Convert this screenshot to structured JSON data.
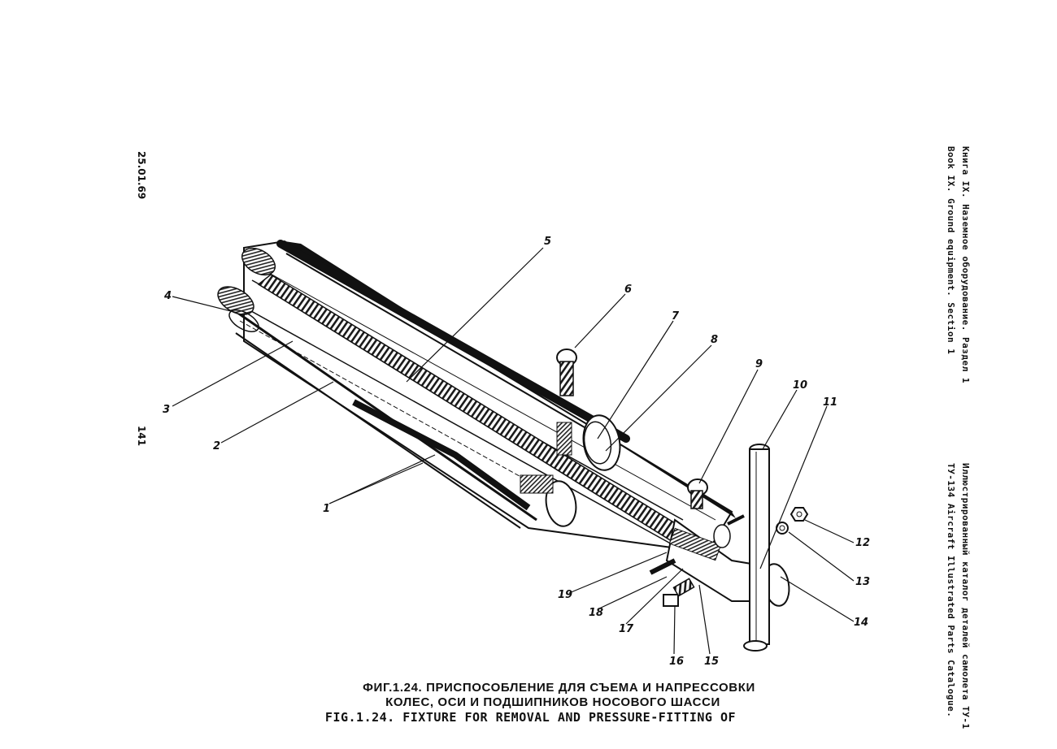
{
  "page": {
    "doc_date": "25.01.69",
    "page_number": "141"
  },
  "header": {
    "book_ru": "Книга IX. Наземное оборудование. Раздел 1",
    "book_en": "Book IX. Ground equipment. Section 1",
    "catalogue_ru": "Иллюстрированный каталог деталей самолета ТУ-1",
    "catalogue_en": "ТУ-134 Aircraft Illustrated Parts Catalogue."
  },
  "figure": {
    "caption_ru_line1": "ФИГ.1.24. ПРИСПОСОБЛЕНИЕ ДЛЯ СЪЕМА И НАПРЕССОВКИ",
    "caption_ru_line2": "КОЛЕС, ОСИ И ПОДШИПНИКОВ НОСОВОГО ШАССИ",
    "caption_en_line1": "FIG.1.24. FIXTURE FOR REMOVAL AND PRESSURE-FITTING OF",
    "callouts": [
      {
        "id": "1",
        "text": "1"
      },
      {
        "id": "2",
        "text": "2"
      },
      {
        "id": "3",
        "text": "3"
      },
      {
        "id": "4",
        "text": "4"
      },
      {
        "id": "5",
        "text": "5"
      },
      {
        "id": "6",
        "text": "6"
      },
      {
        "id": "7",
        "text": "7"
      },
      {
        "id": "8",
        "text": "8"
      },
      {
        "id": "9",
        "text": "9"
      },
      {
        "id": "10",
        "text": "10"
      },
      {
        "id": "11",
        "text": "11"
      },
      {
        "id": "12",
        "text": "12"
      },
      {
        "id": "13",
        "text": "13"
      },
      {
        "id": "14",
        "text": "14"
      },
      {
        "id": "15",
        "text": "15"
      },
      {
        "id": "16",
        "text": "16"
      },
      {
        "id": "17",
        "text": "17"
      },
      {
        "id": "18",
        "text": "18"
      },
      {
        "id": "19",
        "text": "19"
      }
    ]
  }
}
